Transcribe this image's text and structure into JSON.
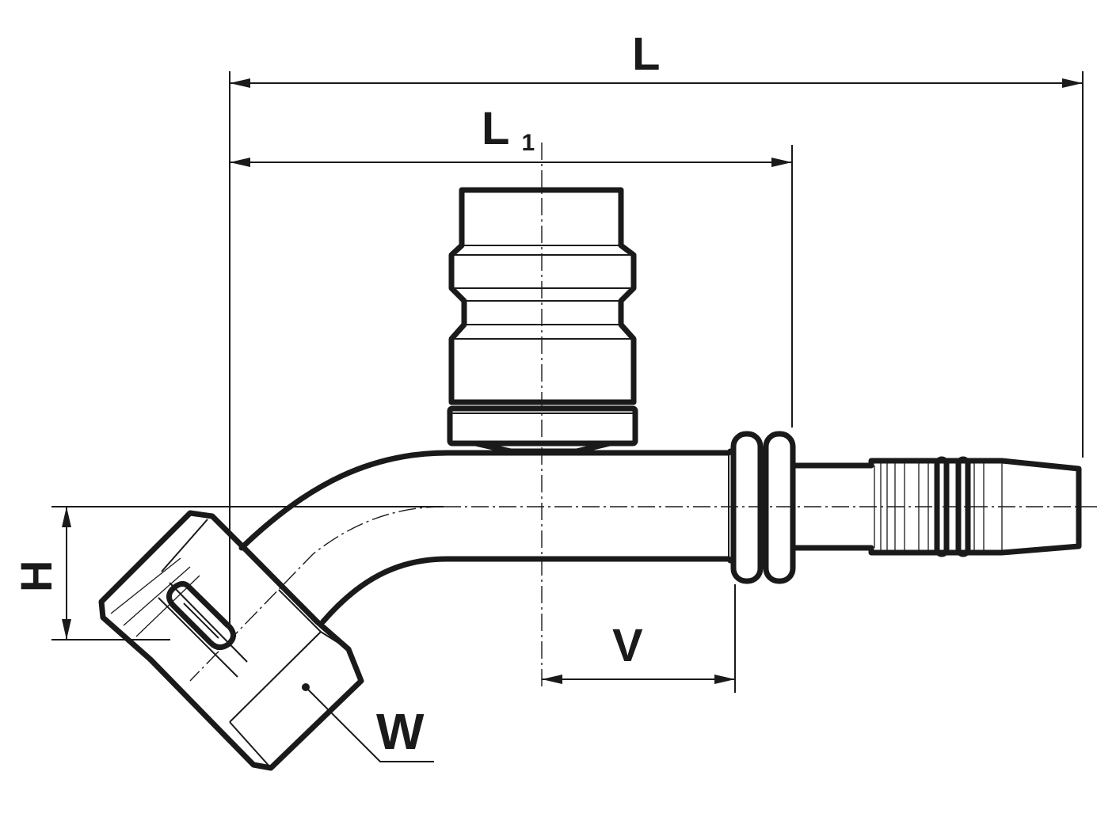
{
  "dimensions": {
    "L": "L",
    "L1": "L",
    "L1_sub": "1",
    "H": "H",
    "V": "V",
    "W": "W"
  },
  "colors": {
    "line": "#1a1a1a",
    "background": "#ffffff"
  }
}
